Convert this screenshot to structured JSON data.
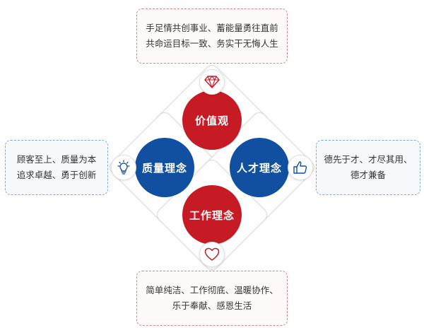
{
  "concepts": {
    "top": {
      "label": "价值观",
      "color": "#c61a25"
    },
    "left": {
      "label": "质量理念",
      "color": "#1150a0"
    },
    "right": {
      "label": "人才理念",
      "color": "#1150a0"
    },
    "bottom": {
      "label": "工作理念",
      "color": "#c61a25"
    }
  },
  "callouts": {
    "top": {
      "lines": [
        "手足情共创事业、蓄能量勇往直前",
        "共命运目标一致、务实干无悔人生"
      ]
    },
    "left": {
      "lines": [
        "顾客至上、质量为本",
        "追求卓越、勇于创新"
      ]
    },
    "right": {
      "lines": [
        "德先于才、才尽其用、",
        "德才兼备"
      ]
    },
    "bottom": {
      "lines": [
        "简单纯洁、工作彻底、温暖协作、",
        "乐于奉献、感恩生活"
      ]
    }
  },
  "icons": {
    "top": "diamond-icon",
    "left": "lightbulb-icon",
    "right": "thumbs-up-icon",
    "bottom": "heart-icon"
  }
}
